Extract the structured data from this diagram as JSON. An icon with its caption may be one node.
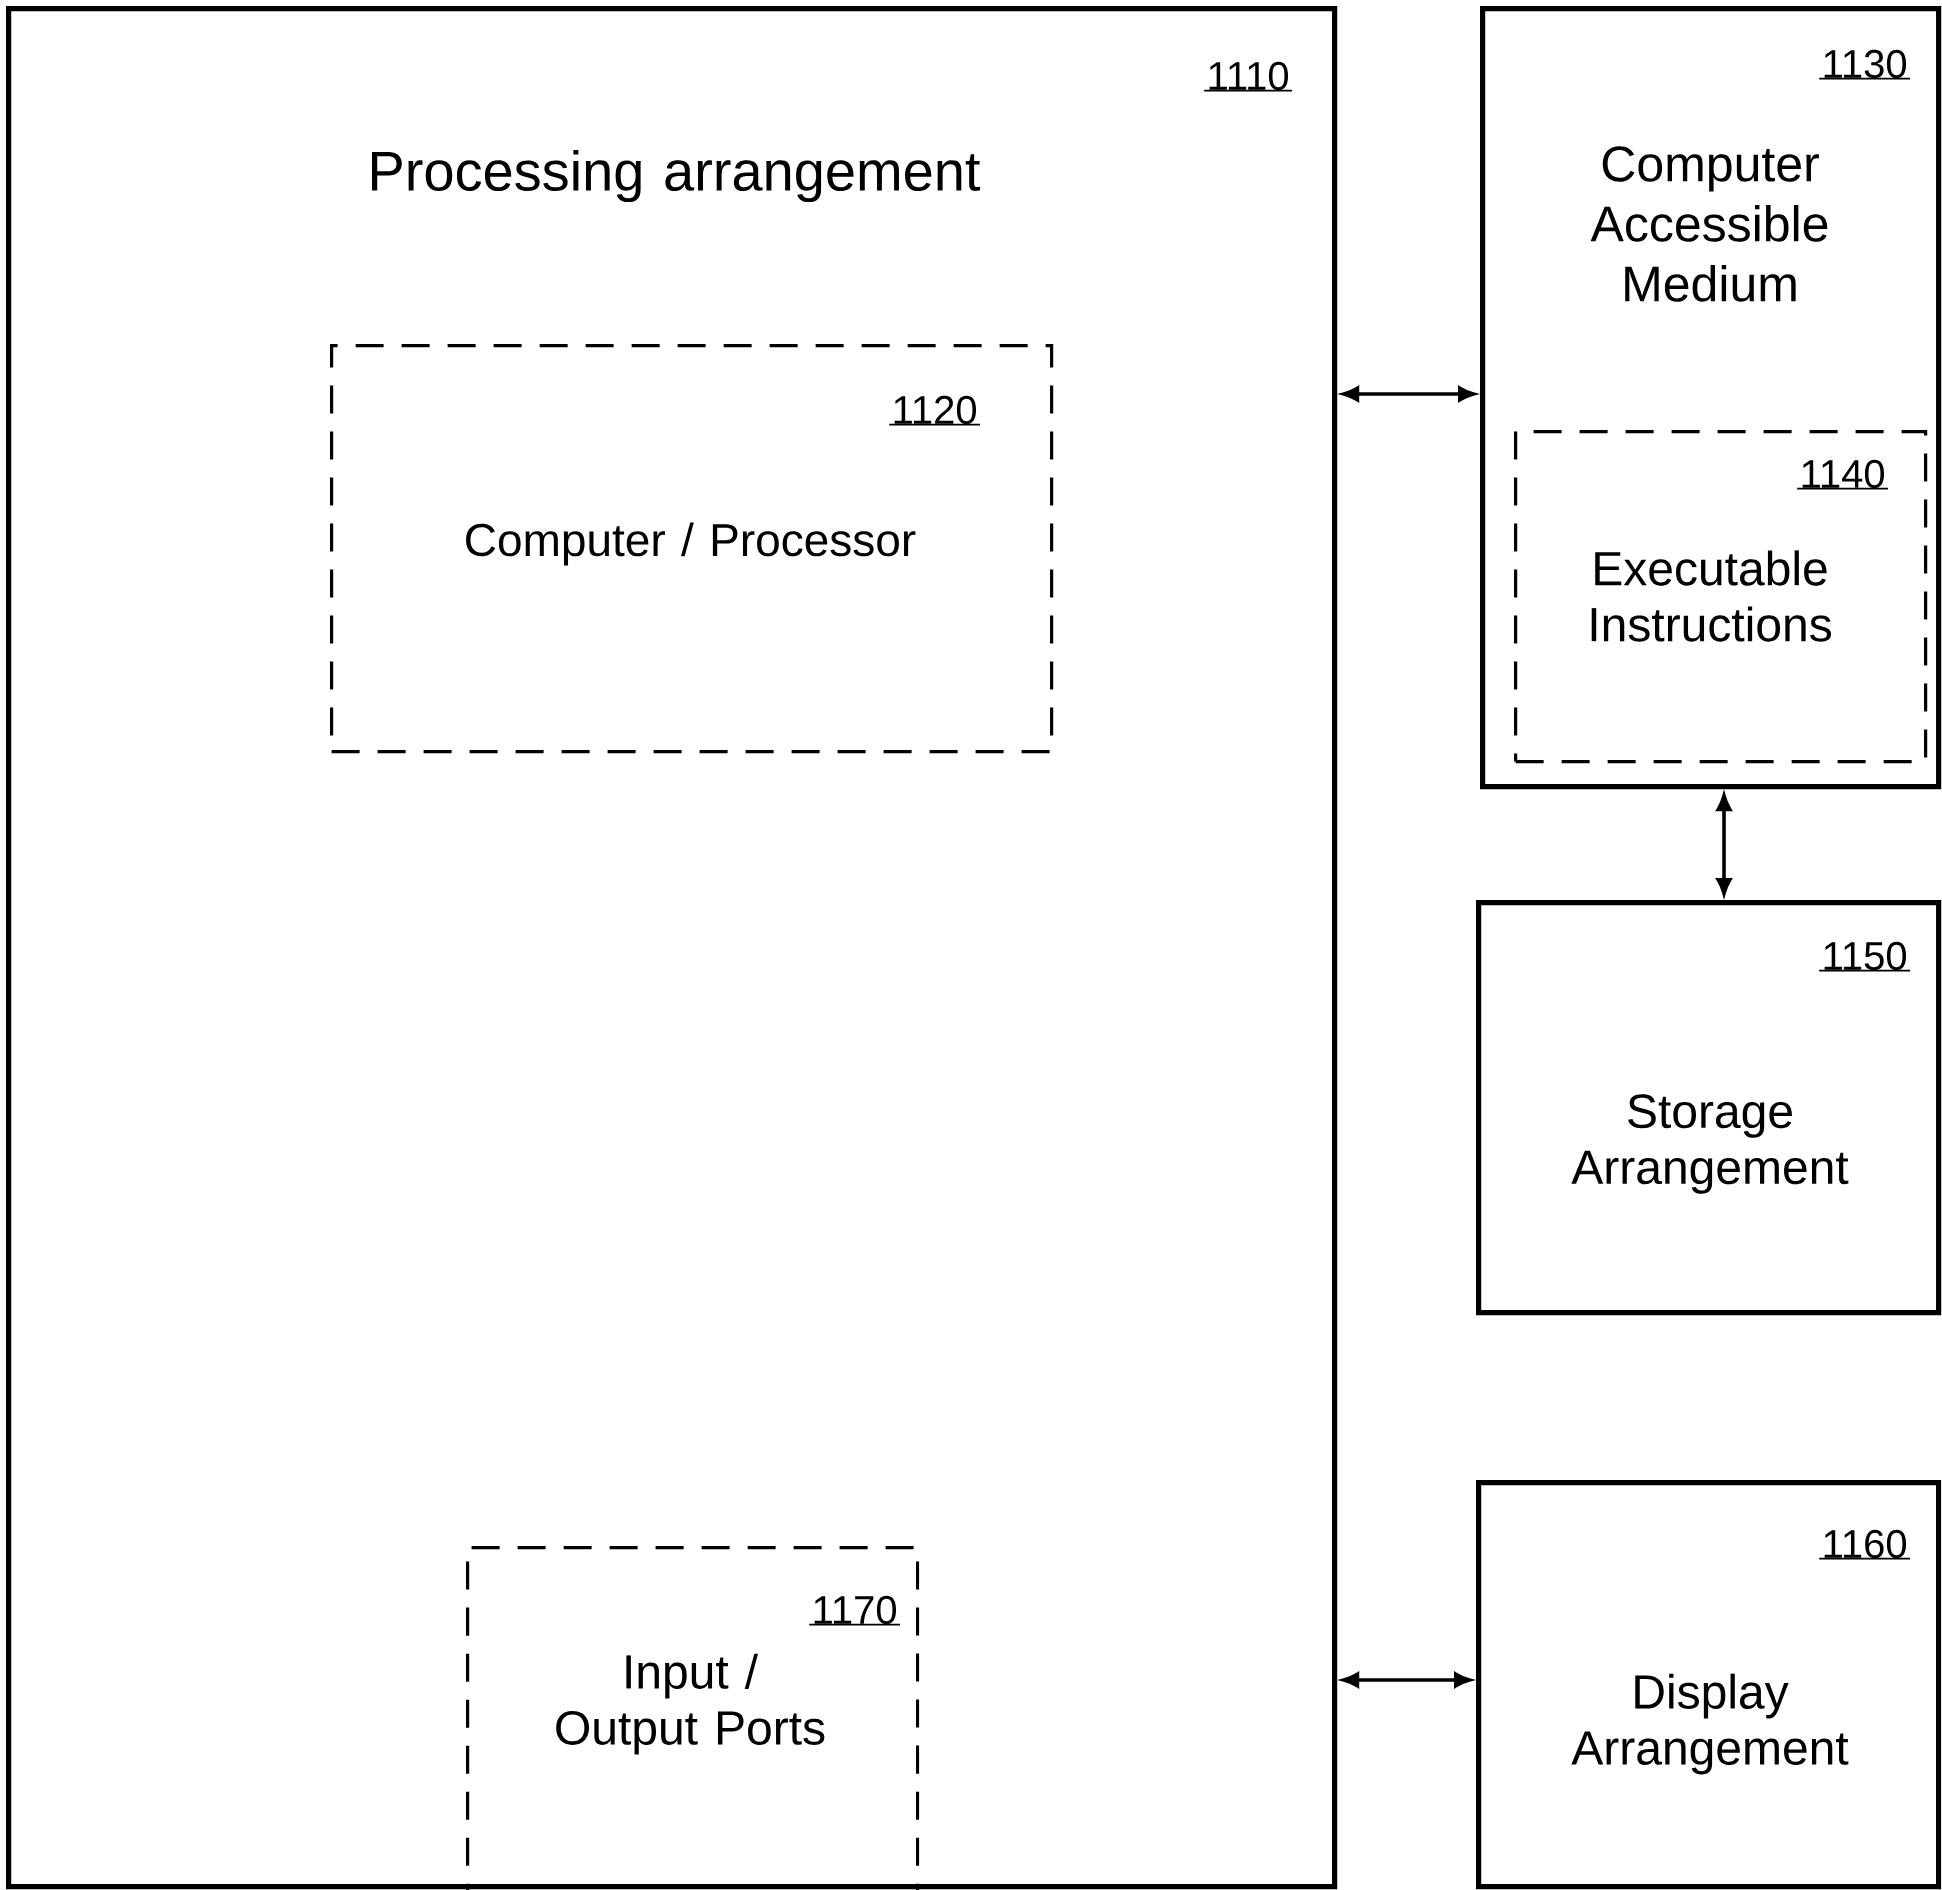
{
  "diagram": {
    "nodes": [
      {
        "text": [
          "1110",
          "Processing arrangement"
        ]
      },
      {
        "text": [
          "1120",
          "Computer / Processor"
        ],
        "in": 0
      },
      {
        "text": [
          "1130",
          "Computer Accessible Medium"
        ]
      },
      {
        "text": [
          "1140",
          "Executable Instructions"
        ],
        "in": 2
      },
      {
        "text": [
          "1150",
          "Storage Arrangement"
        ]
      },
      {
        "text": [
          "1160",
          "Display Arrangement"
        ]
      },
      {
        "text": [
          "1170",
          "Input / Output Ports"
        ],
        "in": 0
      }
    ],
    "edges": [
      {
        "from": 0,
        "to": 2,
        "arrow": "both"
      },
      {
        "from": 2,
        "to": 4,
        "arrow": "both"
      },
      {
        "from": 0,
        "to": 5,
        "arrow": "both"
      }
    ]
  }
}
